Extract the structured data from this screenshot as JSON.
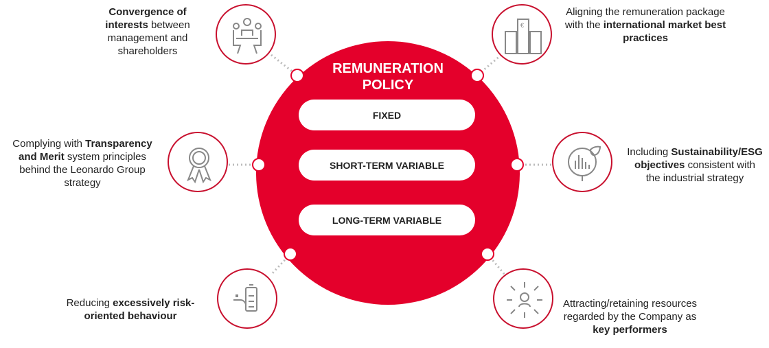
{
  "center": {
    "title_line1": "REMUNERATION",
    "title_line2": "POLICY",
    "components": [
      "FIXED",
      "SHORT-TERM VARIABLE",
      "LONG-TERM VARIABLE"
    ]
  },
  "objectives": [
    {
      "icon": "meeting-icon",
      "pre": "",
      "bold": "Convergence of interests",
      "post": " between management and shareholders"
    },
    {
      "icon": "buildings-euro-icon",
      "pre": "Aligning the remuneration package with the ",
      "bold": "international market best practices",
      "post": ""
    },
    {
      "icon": "award-ribbon-icon",
      "pre": "Complying with ",
      "bold": "Transparency and Merit",
      "post": " system principles behind the Leonardo Group strategy"
    },
    {
      "icon": "esg-chart-leaf-icon",
      "pre": "Including ",
      "bold": "Sustainability/ESG objectives",
      "post": " consistent with the industrial strategy"
    },
    {
      "icon": "battery-plug-icon",
      "pre": "Reducing ",
      "bold": "excessively risk-oriented behaviour",
      "post": ""
    },
    {
      "icon": "person-arrows-icon",
      "pre": "Attracting/retaining resources regarded by the Company as ",
      "bold": "key performers",
      "post": ""
    }
  ],
  "colors": {
    "accent": "#e4002b",
    "ring": "#c8102e",
    "icon": "#888888"
  }
}
